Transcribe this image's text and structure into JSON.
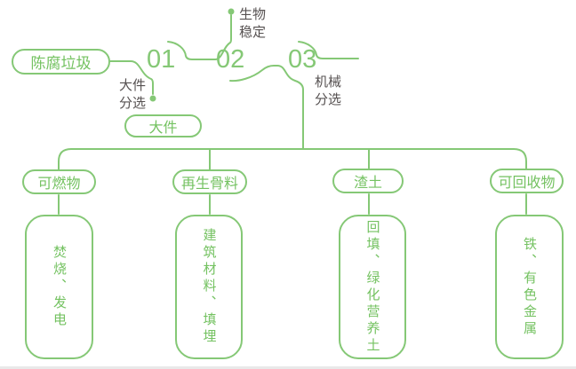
{
  "colors": {
    "green": "#85c876",
    "green_text": "#74c261",
    "dark_text": "#565151",
    "divider": "#e9e9e9"
  },
  "flow": {
    "root_label": "陈腐垃圾",
    "steps": [
      {
        "number": "01",
        "label": "大件\n分选"
      },
      {
        "number": "02",
        "label": "生物\n稳定"
      },
      {
        "number": "03",
        "label": "机械\n分选"
      }
    ],
    "bulky_label": "大件"
  },
  "branches": [
    {
      "pill": "可燃物",
      "box": "焚烧、发电"
    },
    {
      "pill": "再生骨料",
      "box": "建筑材料、填埋"
    },
    {
      "pill": "渣土",
      "box": "回填、绿化营养土"
    },
    {
      "pill": "可回收物",
      "box": "铁、有色金属"
    }
  ]
}
